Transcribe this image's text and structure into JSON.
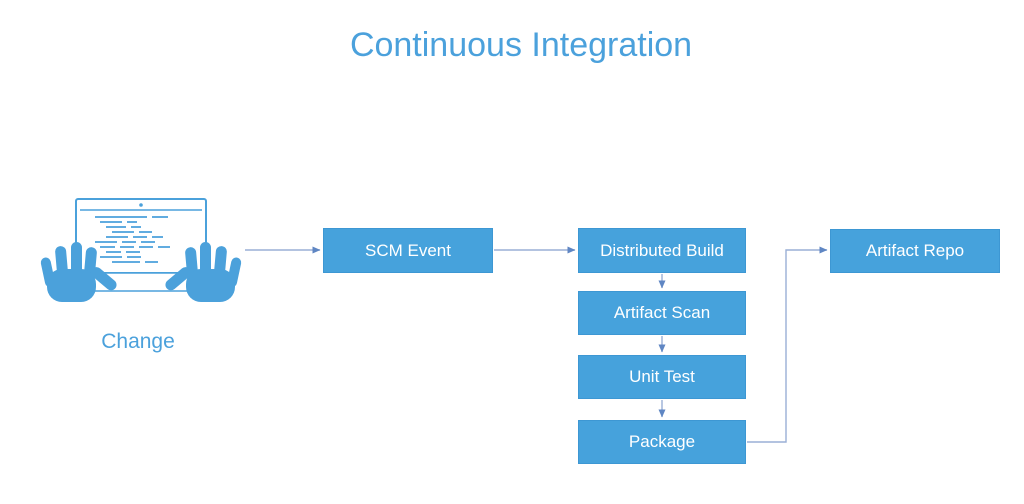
{
  "title": "Continuous Integration",
  "nodes": [
    {
      "id": "change",
      "label": "Change",
      "type": "icon-node",
      "icon": "typing-hands-laptop-icon"
    },
    {
      "id": "scm-event",
      "label": "SCM Event",
      "type": "process-box"
    },
    {
      "id": "distributed-build",
      "label": "Distributed Build",
      "type": "process-box"
    },
    {
      "id": "artifact-scan",
      "label": "Artifact Scan",
      "type": "process-box"
    },
    {
      "id": "unit-test",
      "label": "Unit Test",
      "type": "process-box"
    },
    {
      "id": "package",
      "label": "Package",
      "type": "process-box"
    },
    {
      "id": "artifact-repo",
      "label": "Artifact Repo",
      "type": "process-box"
    }
  ],
  "edges": [
    {
      "from": "change",
      "to": "scm-event"
    },
    {
      "from": "scm-event",
      "to": "distributed-build"
    },
    {
      "from": "distributed-build",
      "to": "artifact-scan"
    },
    {
      "from": "artifact-scan",
      "to": "unit-test"
    },
    {
      "from": "unit-test",
      "to": "package"
    },
    {
      "from": "package",
      "to": "artifact-repo"
    }
  ],
  "colors": {
    "node_fill": "#46A2DC",
    "node_border": "#3D97D3",
    "node_text": "#FFFFFF",
    "title_text": "#4BA1DC",
    "icon_blue": "#4BA1DB",
    "connector_line": "#9AAFD6",
    "arrowhead": "#5F86C3",
    "background": "#FFFFFF"
  }
}
